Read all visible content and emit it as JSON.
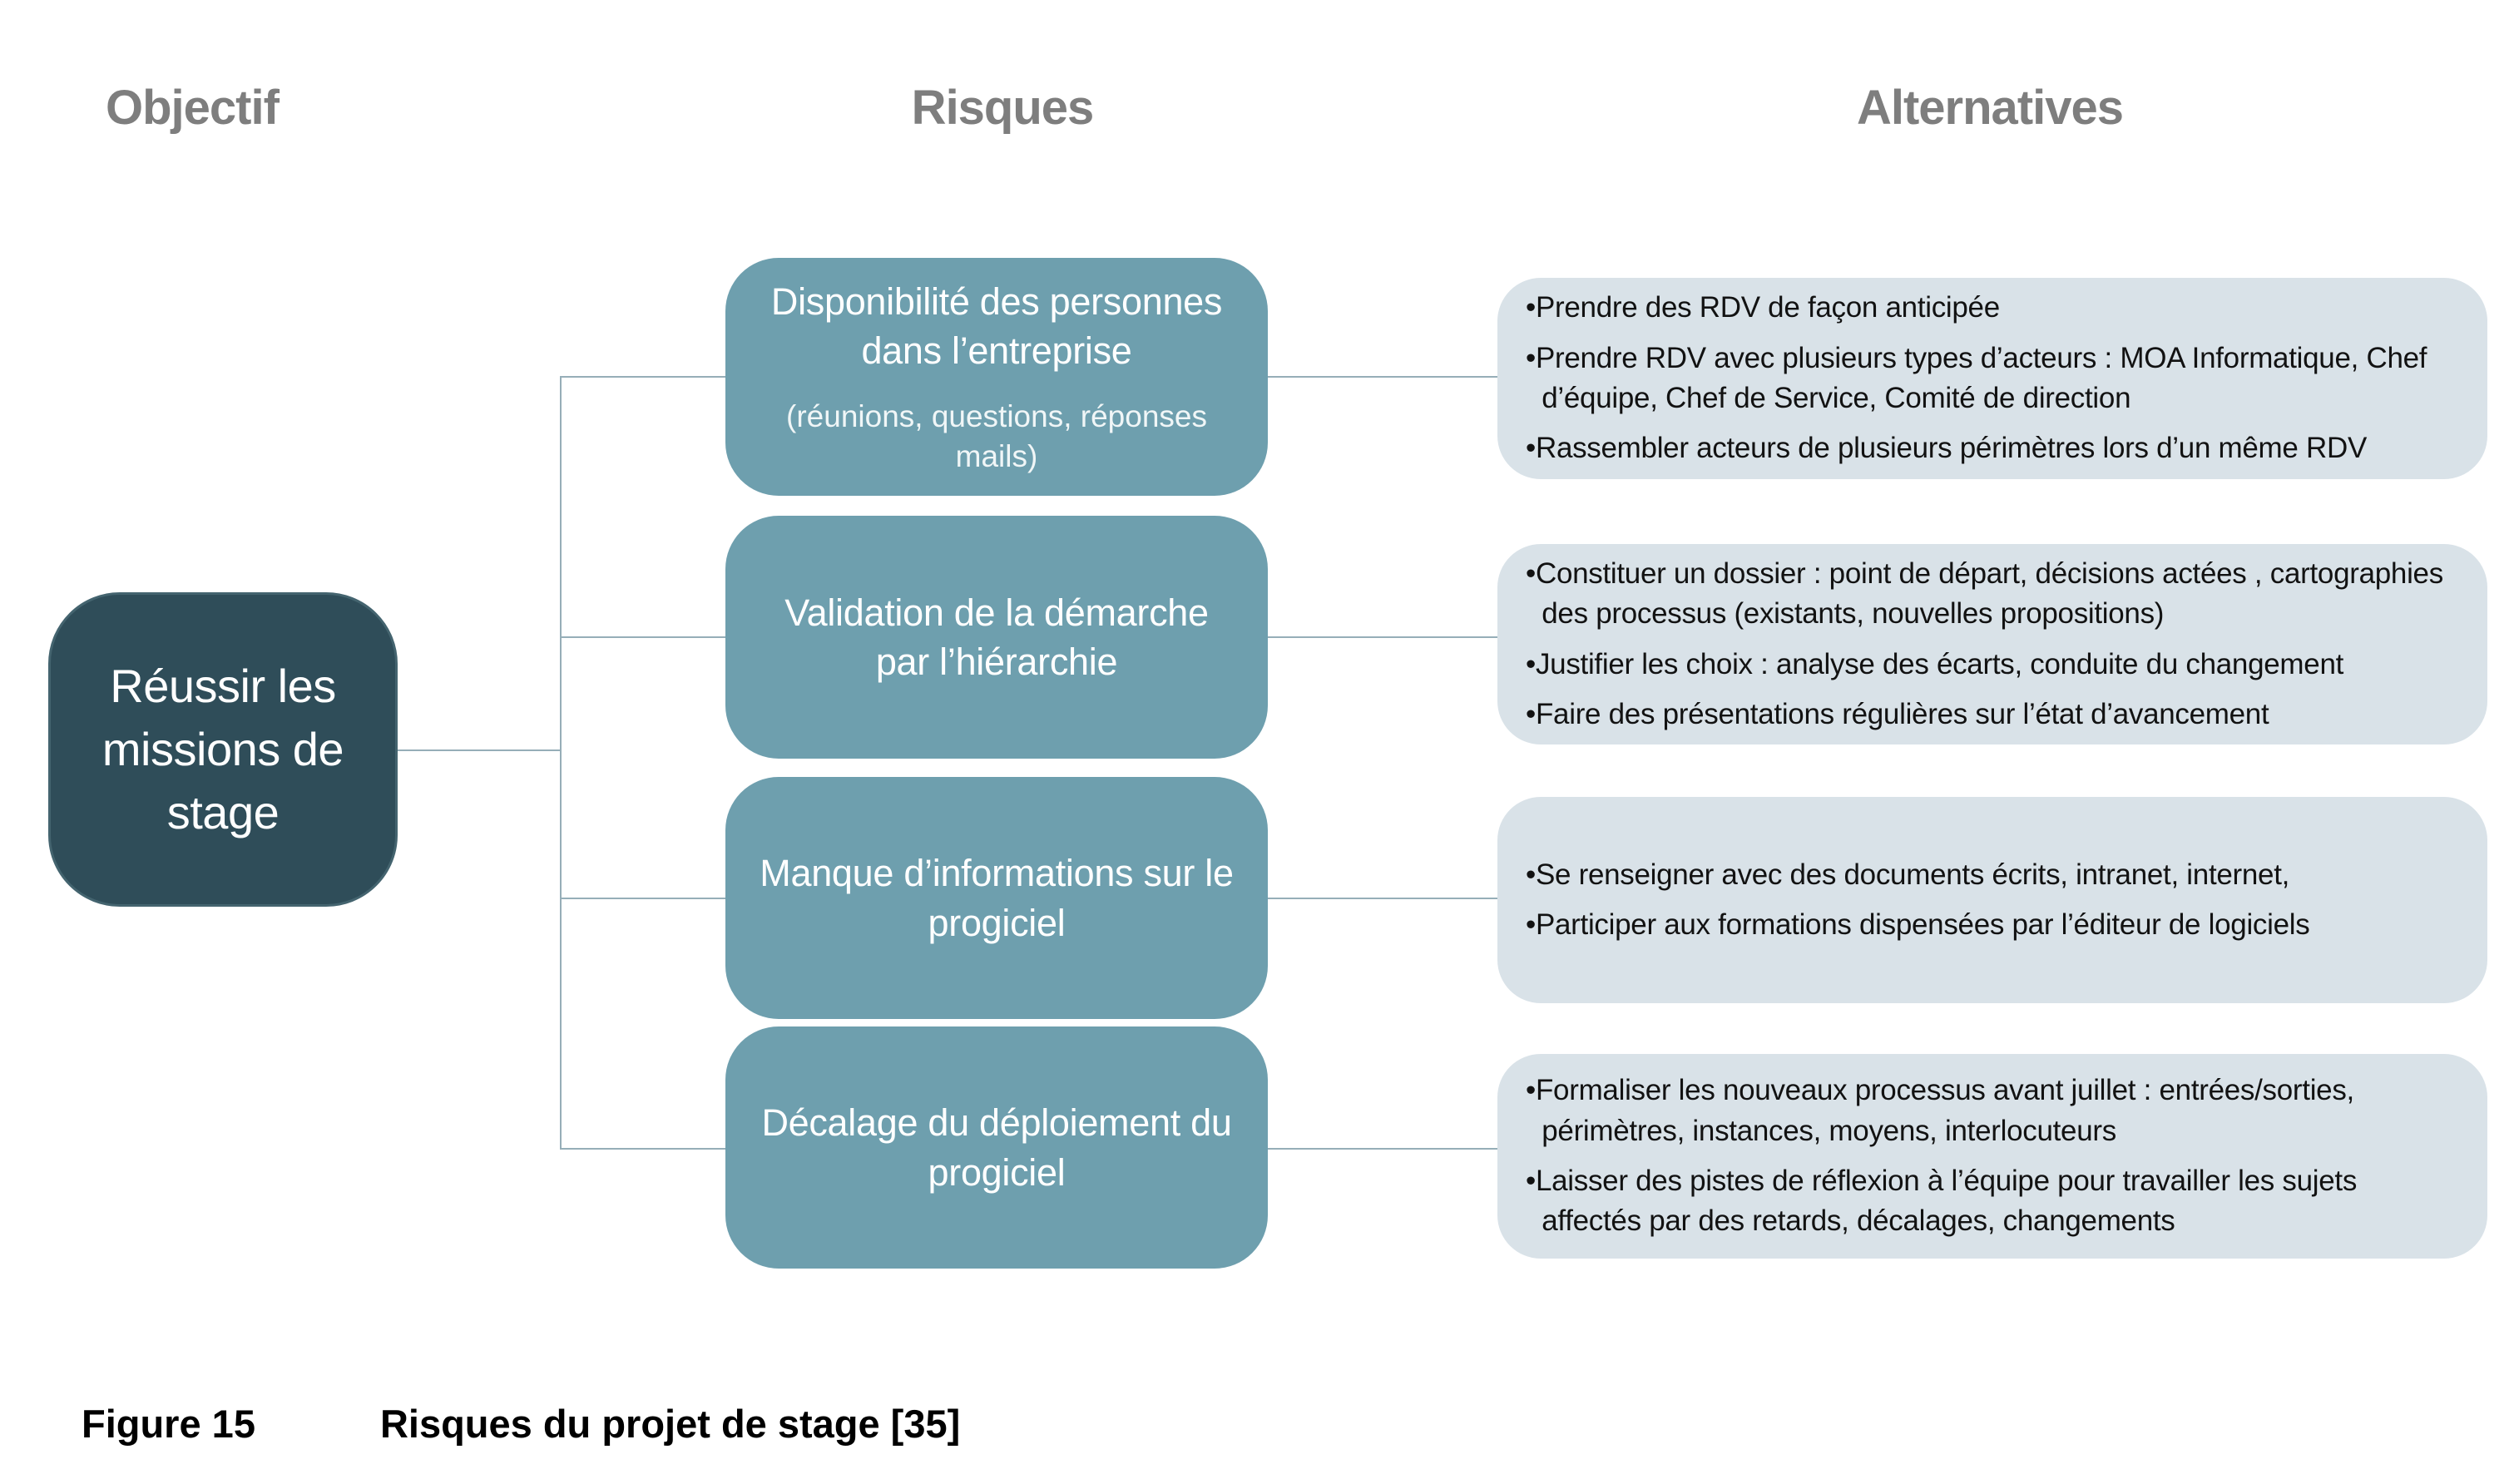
{
  "headers": {
    "objectif": "Objectif",
    "risques": "Risques",
    "alternatives": "Alternatives"
  },
  "objective": {
    "label": "Réussir les missions de stage"
  },
  "rows": [
    {
      "risk": {
        "title": "Disponibilité des personnes dans l’entreprise",
        "subtitle": "(réunions, questions, réponses mails)"
      },
      "alternatives": [
        "Prendre des RDV de façon anticipée",
        "Prendre RDV avec plusieurs types d’acteurs  : MOA Informatique, Chef d’équipe, Chef de Service, Comité de direction",
        "Rassembler acteurs de plusieurs périmètres lors d’un même RDV"
      ]
    },
    {
      "risk": {
        "title": "Validation de la démarche par l’hiérarchie",
        "subtitle": ""
      },
      "alternatives": [
        "Constituer un dossier : point de départ, décisions actées , cartographies des processus (existants, nouvelles propositions)",
        "Justifier les choix : analyse des écarts, conduite du changement",
        "Faire des présentations régulières sur l’état d’avancement"
      ]
    },
    {
      "risk": {
        "title": "Manque d’informations sur le progiciel",
        "subtitle": ""
      },
      "alternatives": [
        "Se renseigner avec des documents écrits, intranet, internet,",
        "Participer aux formations dispensées par l’éditeur de logiciels"
      ]
    },
    {
      "risk": {
        "title": "Décalage du déploiement du progiciel",
        "subtitle": ""
      },
      "alternatives": [
        "Formaliser les nouveaux processus avant juillet : entrées/sorties, périmètres, instances, moyens, interlocuteurs",
        "Laisser des pistes de réflexion à l’équipe pour travailler les sujets affectés par des retards, décalages, changements"
      ]
    }
  ],
  "caption": {
    "figure_label": "Figure 15",
    "figure_title": "Risques du projet de stage [35]"
  },
  "colors": {
    "objective_fill": "#2F4D59",
    "risk_fill": "#6E9FAE",
    "alternative_fill": "#D9E2E8",
    "connector": "#96AEB8",
    "header_text": "#7E7E7E",
    "body_text": "#121212"
  }
}
